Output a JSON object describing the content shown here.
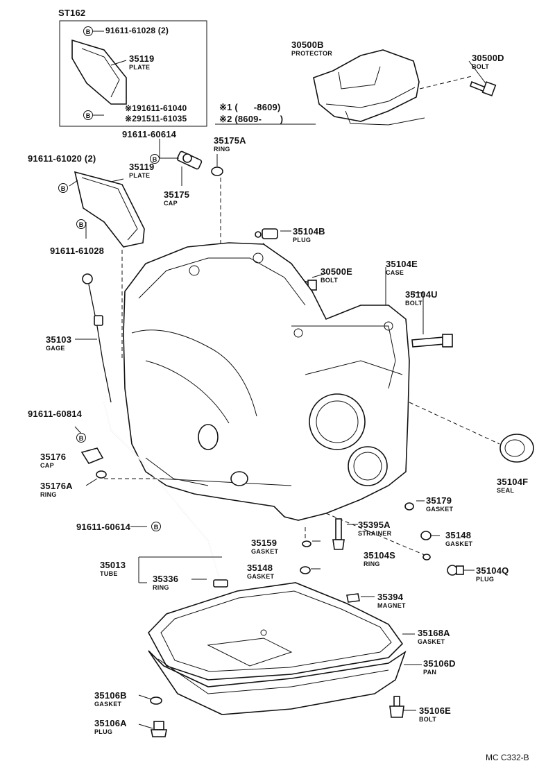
{
  "inset": {
    "title": "ST162",
    "bolt_a": "91611-61028 (2)",
    "plate_no": "35119",
    "plate_name": "PLATE",
    "bolt_b1": "※191611-61040",
    "bolt_b2": "※291511-61035",
    "note1": "※1 (      -8609)",
    "note2": "※2 (8609-       )"
  },
  "badge_letter": "B",
  "callouts": {
    "p30500B": {
      "no": "30500B",
      "name": "PROTECTOR"
    },
    "p30500D": {
      "no": "30500D",
      "name": "BOLT"
    },
    "p91611_60614_top": {
      "no": "91611-60614"
    },
    "p35175A": {
      "no": "35175A",
      "name": "RING"
    },
    "p91611_61020": {
      "no": "91611-61020 (2)"
    },
    "p35119": {
      "no": "35119",
      "name": "PLATE"
    },
    "p35175": {
      "no": "35175",
      "name": "CAP"
    },
    "p91611_61028": {
      "no": "91611-61028"
    },
    "p35104B": {
      "no": "35104B",
      "name": "PLUG"
    },
    "p30500E": {
      "no": "30500E",
      "name": "BOLT"
    },
    "p35104E": {
      "no": "35104E",
      "name": "CASE"
    },
    "p35104U": {
      "no": "35104U",
      "name": "BOLT"
    },
    "p35103": {
      "no": "35103",
      "name": "GAGE"
    },
    "p91611_60814": {
      "no": "91611-60814"
    },
    "p35176": {
      "no": "35176",
      "name": "CAP"
    },
    "p35176A": {
      "no": "35176A",
      "name": "RING"
    },
    "p35104F": {
      "no": "35104F",
      "name": "SEAL"
    },
    "p35179": {
      "no": "35179",
      "name": "GASKET"
    },
    "p91611_60614_bot": {
      "no": "91611-60614"
    },
    "p35395A": {
      "no": "35395A",
      "name": "STRAINER"
    },
    "p35159": {
      "no": "35159",
      "name": "GASKET"
    },
    "p35148a": {
      "no": "35148",
      "name": "GASKET"
    },
    "p35104S": {
      "no": "35104S",
      "name": "RING"
    },
    "p35013": {
      "no": "35013",
      "name": "TUBE"
    },
    "p35148b": {
      "no": "35148",
      "name": "GASKET"
    },
    "p35104Q": {
      "no": "35104Q",
      "name": "PLUG"
    },
    "p35336": {
      "no": "35336",
      "name": "RING"
    },
    "p35394": {
      "no": "35394",
      "name": "MAGNET"
    },
    "p35168A": {
      "no": "35168A",
      "name": "GASKET"
    },
    "p35106D": {
      "no": "35106D",
      "name": "PAN"
    },
    "p35106B": {
      "no": "35106B",
      "name": "GASKET"
    },
    "p35106E": {
      "no": "35106E",
      "name": "BOLT"
    },
    "p35106A": {
      "no": "35106A",
      "name": "PLUG"
    }
  },
  "footer_code": "MC C332-B"
}
